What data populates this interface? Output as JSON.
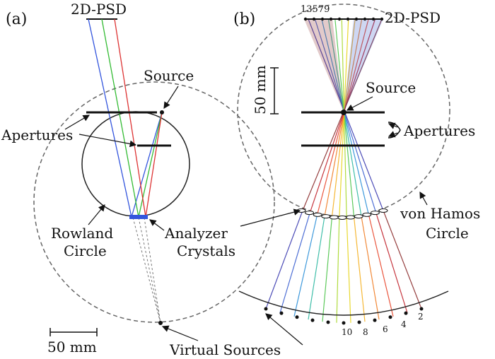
{
  "panel_a": {
    "panel_label": "(a)",
    "detector_label": "2D-PSD",
    "source_label": "Source",
    "apertures_label": "Apertures",
    "rowland_label_line1": "Rowland",
    "rowland_label_line2": "Circle",
    "analyzer_label_line1": "Analyzer",
    "analyzer_label_line2": "Crystals",
    "scale_label": "50 mm"
  },
  "panel_b": {
    "panel_label": "(b)",
    "detector_label": "2D-PSD",
    "detector_numbers": "13579",
    "source_label": "Source",
    "apertures_label": "Apertures",
    "vonhamos_label_line1": "von Hamos",
    "vonhamos_label_line2": "Circle",
    "scale_label": "50 mm",
    "virtual_numbers": [
      "10",
      "8",
      "6",
      "4",
      "2"
    ]
  },
  "shared": {
    "virtual_sources_label": "Virtual Sources"
  },
  "colors": {
    "ray_a": [
      "#3355dd",
      "#33bb33",
      "#dd3333"
    ],
    "rainbow": [
      "#8a2b2b",
      "#c0202a",
      "#e8442a",
      "#f07c22",
      "#f5b01f",
      "#e6d41a",
      "#a8d82a",
      "#4cc44a",
      "#2bb7a0",
      "#2a8fd8",
      "#3a5fd0",
      "#3a3ab0"
    ]
  }
}
